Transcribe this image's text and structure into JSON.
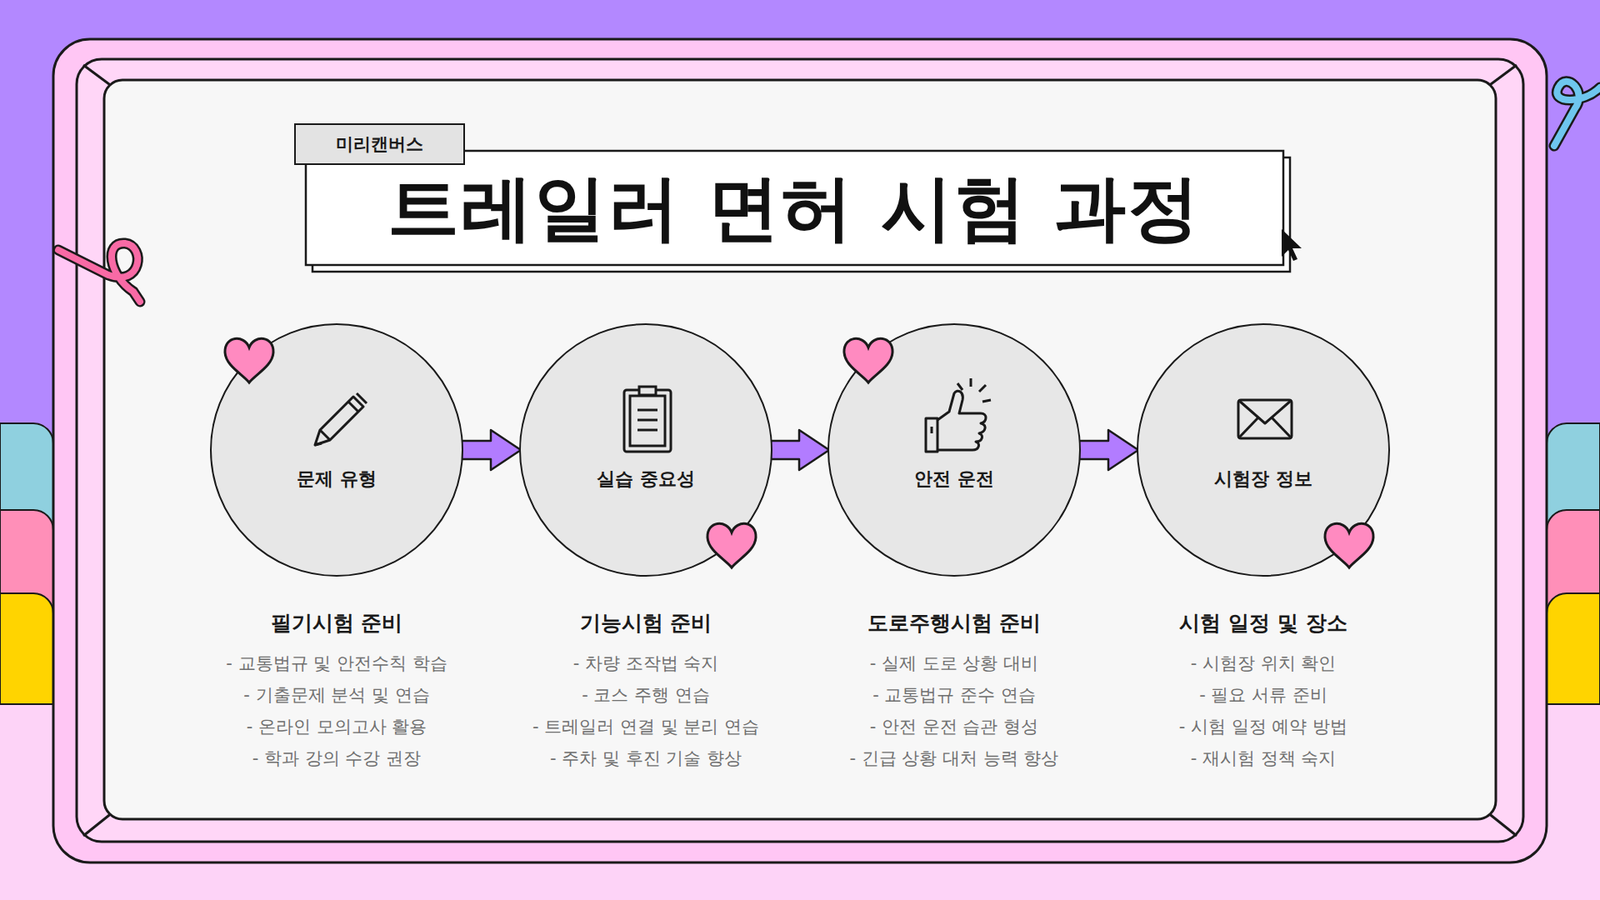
{
  "diagram": {
    "title": "트레일러 면허 시험 과정",
    "nodes": [
      {
        "text": [
          "미리캔버스"
        ]
      },
      {
        "text": [
          "문제 유형"
        ]
      },
      {
        "text": [
          "실습 중요성"
        ]
      },
      {
        "text": [
          "안전 운전"
        ]
      },
      {
        "text": [
          "시험장 정보"
        ]
      }
    ],
    "edges": [
      {
        "from": 1,
        "to": 2,
        "arrow": "to"
      },
      {
        "from": 2,
        "to": 3,
        "arrow": "to"
      },
      {
        "from": 3,
        "to": 4,
        "arrow": "to"
      }
    ],
    "labels": [
      "필기시험 준비",
      "- 교통법규 및 안전수칙 학습",
      "- 기출문제 분석 및 연습",
      "- 온라인 모의고사 활용",
      "- 학과 강의 수강 권장",
      "기능시험 준비",
      "- 차량 조작법 숙지",
      "- 코스 주행 연습",
      "- 트레일러 연결 및 분리 연습",
      "- 주차 및 후진 기술 향상",
      "도로주행시험 준비",
      "- 실제 도로 상황 대비",
      "- 교통법규 준수 연습",
      "- 안전 운전 습관 형성",
      "- 긴급 상황 대처 능력 향상",
      "시험 일정 및 장소",
      "- 시험장 위치 확인",
      "- 필요 서류 준비",
      "- 시험 일정 예약 방법",
      "- 재시험 정책 숙지"
    ]
  }
}
